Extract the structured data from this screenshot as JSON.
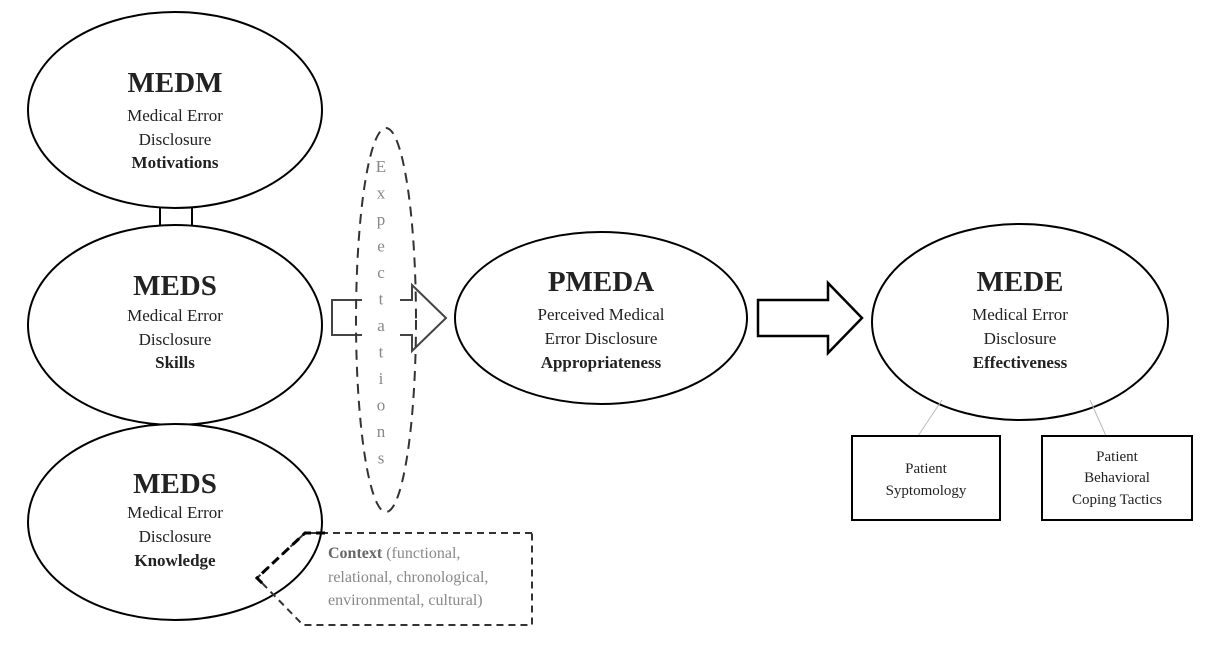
{
  "nodes": {
    "medm": {
      "acronym": "MEDM",
      "line1": "Medical Error",
      "line2": "Disclosure",
      "emphasis": "Motivations"
    },
    "meds_skills": {
      "acronym": "MEDS",
      "line1": "Medical Error",
      "line2": "Disclosure",
      "emphasis": "Skills"
    },
    "meds_knowledge": {
      "acronym": "MEDS",
      "line1": "Medical Error",
      "line2": "Disclosure",
      "emphasis": "Knowledge"
    },
    "pmeda": {
      "acronym": "PMEDA",
      "line1": "Perceived Medical",
      "line2": "Error Disclosure",
      "emphasis": "Appropriateness"
    },
    "mede": {
      "acronym": "MEDE",
      "line1": "Medical Error",
      "line2": "Disclosure",
      "emphasis": "Effectiveness"
    }
  },
  "expectations": {
    "letters": [
      "E",
      "x",
      "p",
      "e",
      "c",
      "t",
      "a",
      "t",
      "i",
      "o",
      "n",
      "s"
    ]
  },
  "context": {
    "bold": "Context",
    "line1": "(functional,",
    "line2": "relational, chronological,",
    "line3": "environmental,  cultural)"
  },
  "outcomes": [
    {
      "line1": "Patient",
      "line2": "Syptomology"
    },
    {
      "line1": "Patient",
      "line2": "Behavioral",
      "line3": "Coping  Tactics"
    }
  ]
}
